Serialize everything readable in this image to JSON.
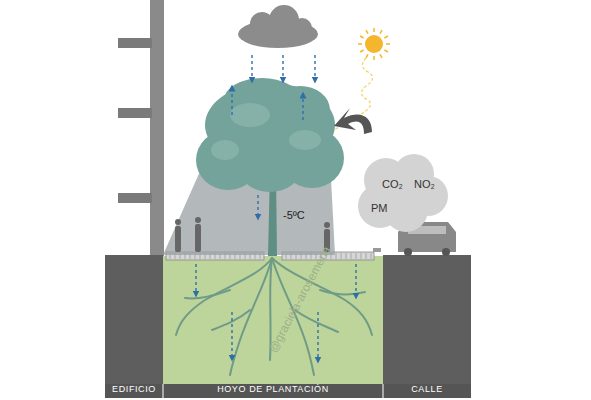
{
  "diagram": {
    "nodes": [
      {
        "text": [
          "CO₂",
          "NO₂",
          "PM"
        ]
      }
    ],
    "labels": [
      "-5ºC",
      "EDIFICIO",
      "HOYO DE PLANTACIÓN",
      "CALLE",
      "@graciela-arosemena"
    ]
  }
}
